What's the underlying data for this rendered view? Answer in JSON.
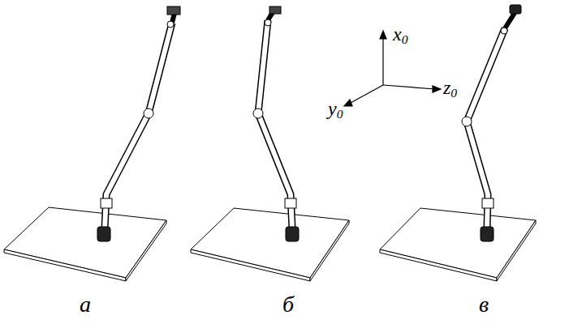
{
  "diagram": {
    "labels": [
      "x0",
      "z0",
      "y0",
      "а",
      "б",
      "в"
    ]
  }
}
